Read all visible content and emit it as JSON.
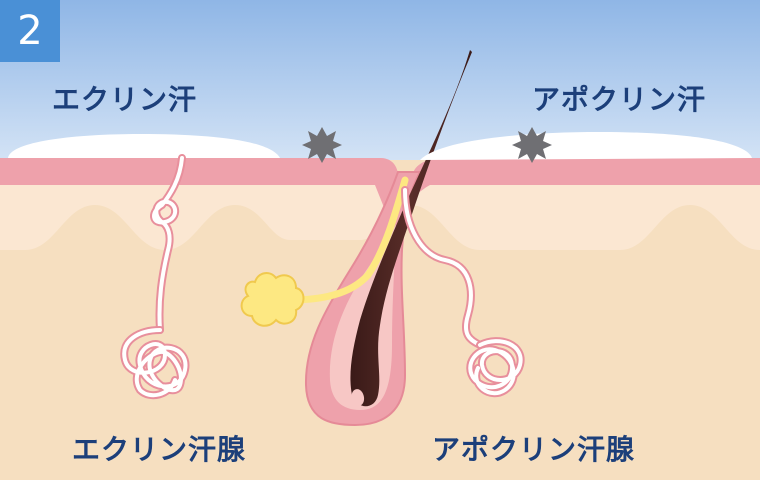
{
  "step_number": "2",
  "labels": {
    "eccrine_sweat": "エクリン汗",
    "apocrine_sweat": "アポクリン汗",
    "eccrine_gland": "エクリン汗腺",
    "apocrine_gland": "アポクリン汗腺"
  },
  "colors": {
    "sky_top": "#8fb6e6",
    "sky_bottom": "#e4eef9",
    "badge": "#4a90d6",
    "label_text": "#1c3f7a",
    "epidermis": "#eea1ab",
    "epidermis_edge": "#e58a97",
    "dermis_upper": "#fbe3c9",
    "dermis_lower": "#f6dfc0",
    "sweat": "#ffffff",
    "gland_tube": "#ffffff",
    "gland_outline": "#e88f9c",
    "sebaceous": "#fde882",
    "sebaceous_outline": "#f0c94e",
    "hair": "#4a2320",
    "bacteria": "#6f6f73"
  },
  "icons": [
    "bacteria-icon"
  ]
}
